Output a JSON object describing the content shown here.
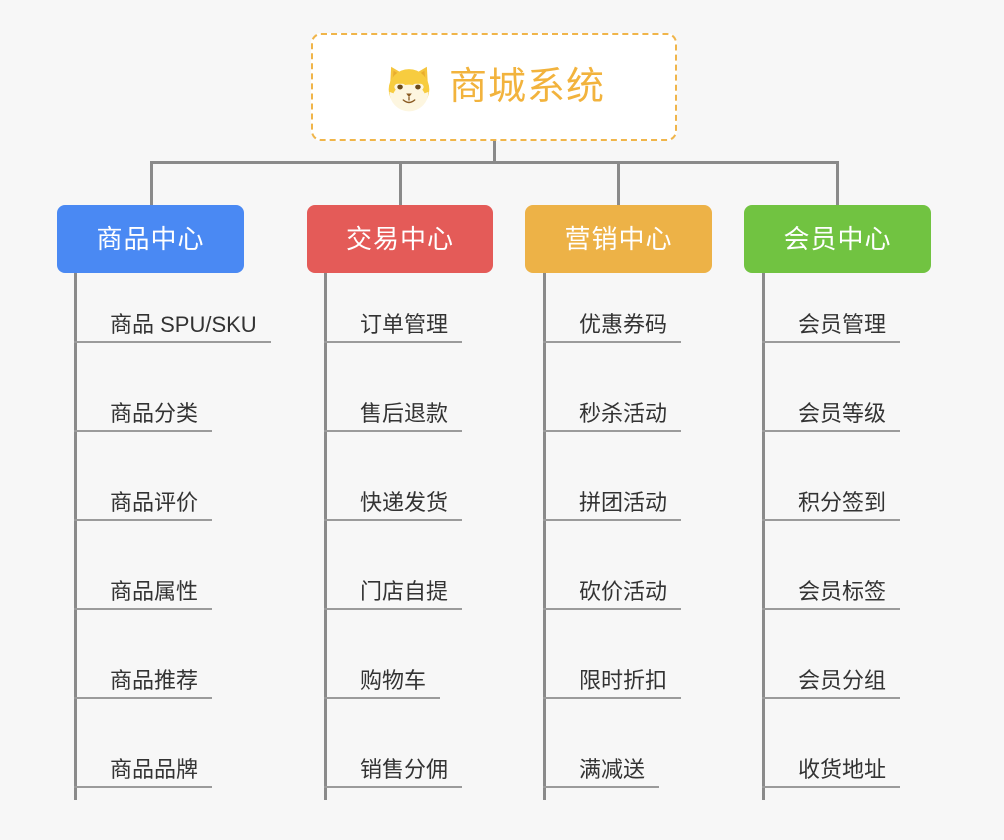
{
  "diagram": {
    "background_color": "#f7f7f7",
    "root": {
      "title": "商城系统",
      "icon": "shiba-dog-icon",
      "border_color": "#f0b54a",
      "text_color": "#f2b33d"
    },
    "connector_color": "#8a8a8a",
    "branches": [
      {
        "label": "商品中心",
        "color": "#4a89f3",
        "items": [
          "商品 SPU/SKU",
          "商品分类",
          "商品评价",
          "商品属性",
          "商品推荐",
          "商品品牌"
        ]
      },
      {
        "label": "交易中心",
        "color": "#e45b58",
        "items": [
          "订单管理",
          "售后退款",
          "快递发货",
          "门店自提",
          "购物车",
          "销售分佣"
        ]
      },
      {
        "label": "营销中心",
        "color": "#edb247",
        "items": [
          "优惠券码",
          "秒杀活动",
          "拼团活动",
          "砍价活动",
          "限时折扣",
          "满减送"
        ]
      },
      {
        "label": "会员中心",
        "color": "#71c341",
        "items": [
          "会员管理",
          "会员等级",
          "积分签到",
          "会员标签",
          "会员分组",
          "收货地址"
        ]
      }
    ]
  }
}
